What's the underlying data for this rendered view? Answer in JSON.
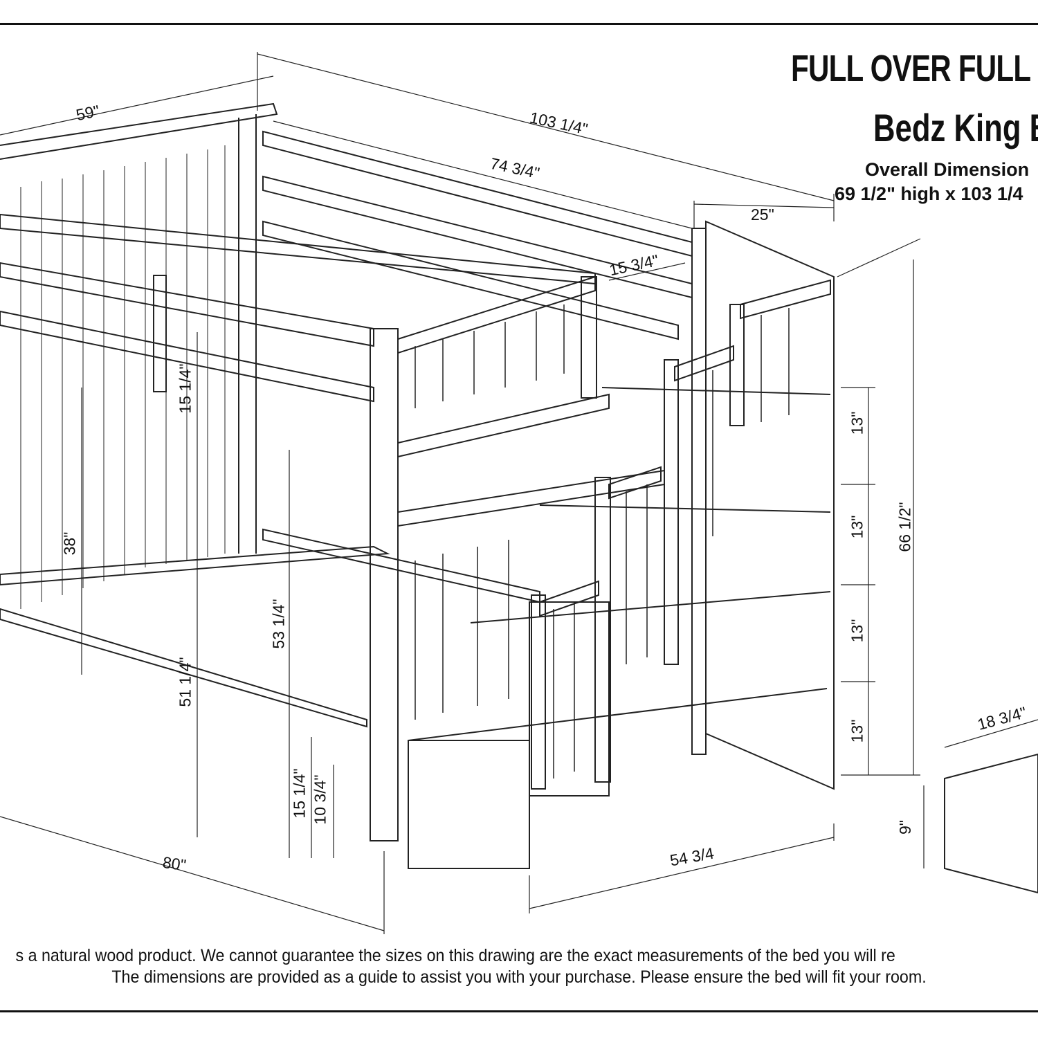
{
  "title": "FULL OVER FULL",
  "brand": "Bedz King B",
  "overall_label": "Overall Dimension",
  "overall_value": "69 1/2\" high x 103 1/4",
  "dimensions": {
    "headboard_width": "59\"",
    "overall_length": "103 1/4\"",
    "mattress_length": "74 3/4\"",
    "stair_depth": "25\"",
    "guardrail_gap": "15 3/4\"",
    "upper_rail_height": "15 1/4\"",
    "lower_bed_clearance": "38\"",
    "upper_mattress_height": "53 1/4\"",
    "under_upper_height": "51 1/4\"",
    "lower_rail_height": "15 1/4\"",
    "lower_deck_height": "10 3/4\"",
    "bed_length": "80\"",
    "stair_length": "54 3/4",
    "step_1": "13\"",
    "step_2": "13\"",
    "step_3": "13\"",
    "step_4": "13\"",
    "stair_height": "66 1/2\"",
    "drawer_width": "18 3/4\"",
    "drawer_height": "9\""
  },
  "disclaimer": {
    "line1": "s a natural wood product. We cannot guarantee the sizes on this drawing are the exact measurements of the bed you will re",
    "line2": "The dimensions are provided as a guide to assist you with your purchase. Please ensure the bed will fit your room."
  }
}
